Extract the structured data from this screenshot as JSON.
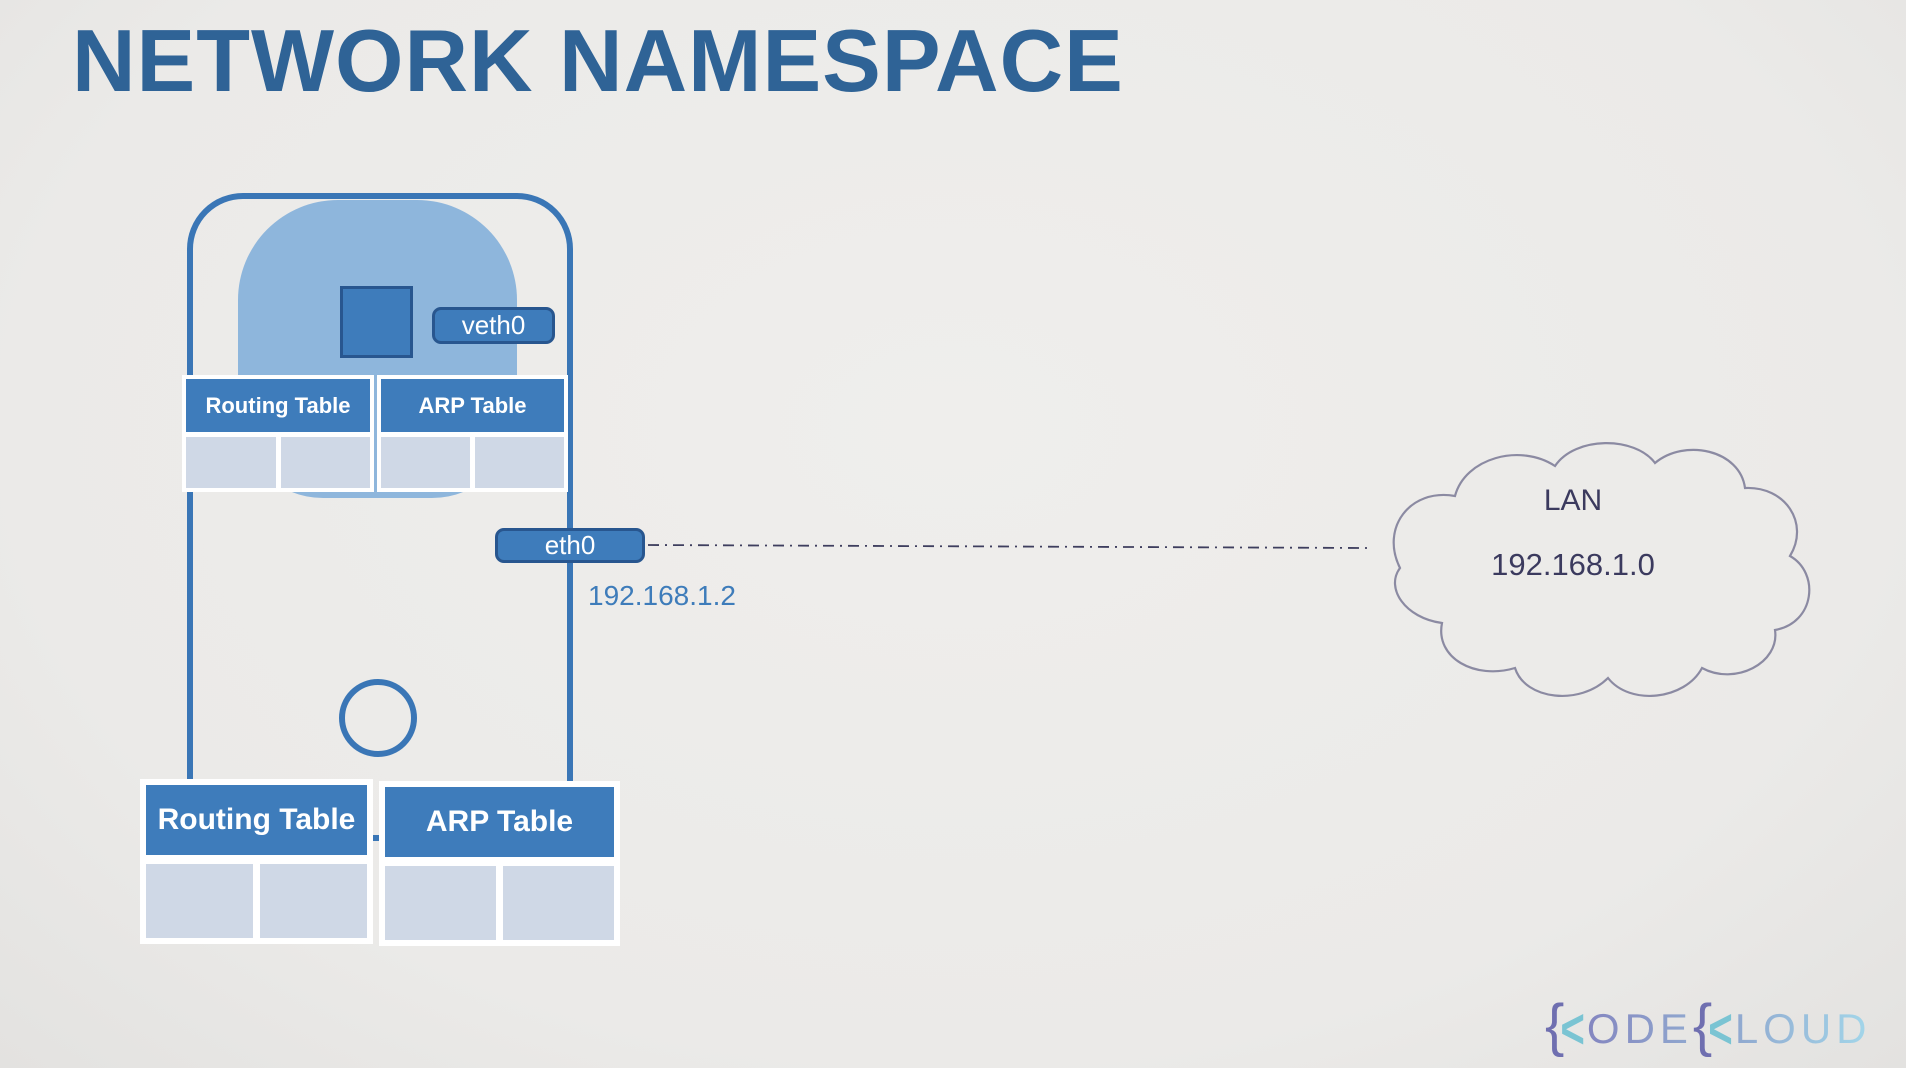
{
  "title": "NETWORK NAMESPACE",
  "namespace": {
    "veth": {
      "label": "veth0"
    },
    "tables": [
      {
        "title": "Routing Table",
        "cells": [
          "",
          ""
        ]
      },
      {
        "title": "ARP Table",
        "cells": [
          "",
          ""
        ]
      }
    ]
  },
  "host": {
    "interface": {
      "label": "eth0",
      "ip": "192.168.1.2"
    },
    "tables": [
      {
        "title": "Routing Table",
        "cells": [
          "",
          ""
        ]
      },
      {
        "title": "ARP Table",
        "cells": [
          "",
          ""
        ]
      }
    ]
  },
  "lan": {
    "label": "LAN",
    "network": "192.168.1.0"
  },
  "logo": {
    "brace": "{",
    "chevron": "<",
    "word1": "ODE",
    "word2": "LOUD"
  },
  "colors": {
    "bg": "#ebeae8",
    "bg_light": "#efeeec",
    "bg_edge": "#e3e2e0",
    "title": "#2f6396",
    "primary": "#3e7cbb",
    "primary_dark": "#28568f",
    "outline": "#3a76b6",
    "namespace_fill": "#8eb6dc",
    "cell_fill": "#cfd8e6",
    "ip_text": "#3e7cba",
    "connector": "#3e3e5e",
    "cloud_stroke": "#8b8aa2",
    "cloud_fill": "#ecebe9",
    "cloud_text": "#3b3a5e",
    "logo_brace": "#6f6fb0",
    "logo_chevron": "#7ac4d3",
    "logo_grad1": "#8486c0",
    "logo_grad2": "#90a8cf",
    "logo_grad3": "#a3d7ea"
  }
}
